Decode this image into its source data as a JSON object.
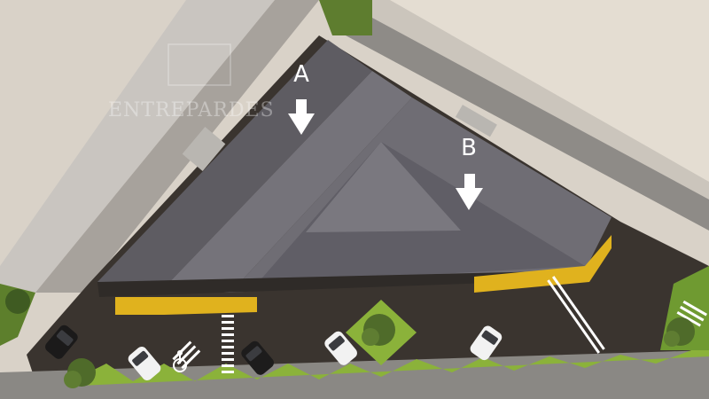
{
  "scene": {
    "title": "",
    "watermark": "ENTREPARDES",
    "building_labels": [
      "A",
      "B"
    ],
    "arrow_icon": "arrow-down-icon",
    "accessible_icon": "wheelchair-icon",
    "colors": {
      "ground": "#d9d2c8",
      "road": "#8a8884",
      "asphalt": "#3a342f",
      "roof": "#6c6a70",
      "roof_dark": "#5a585e",
      "wall": "#2f2b28",
      "accent": "#e0b21e",
      "grass": "#8bb23a",
      "tree": "#4f6b2a",
      "white": "#ffffff"
    }
  }
}
